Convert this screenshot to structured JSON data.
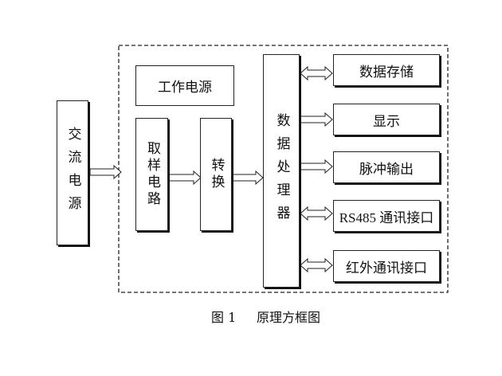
{
  "diagram": {
    "power_source": "交流电源",
    "work_power": "工作电源",
    "sampling_circuit": "取样电路",
    "converter": "转换",
    "processor": "数据处理器",
    "outputs": [
      "数据存储",
      "显示",
      "脉冲输出",
      "RS485 通讯接口",
      "红外通讯接口"
    ]
  },
  "caption": {
    "figure_no": "图 1",
    "title": "原理方框图"
  }
}
